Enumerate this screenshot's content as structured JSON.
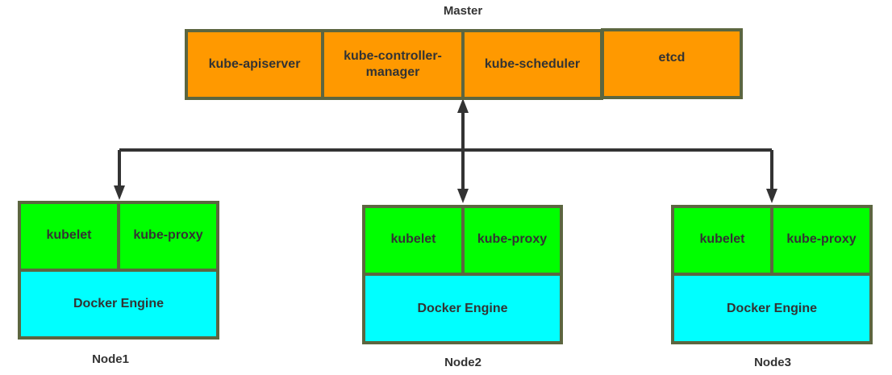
{
  "master": {
    "title": "Master",
    "components": [
      {
        "label": "kube-apiserver"
      },
      {
        "label": "kube-controller-\nmanager"
      },
      {
        "label": "kube-scheduler"
      },
      {
        "label": "etcd"
      }
    ]
  },
  "nodes": [
    {
      "name": "Node1",
      "kubelet": "kubelet",
      "proxy": "kube-proxy",
      "engine": "Docker Engine"
    },
    {
      "name": "Node2",
      "kubelet": "kubelet",
      "proxy": "kube-proxy",
      "engine": "Docker Engine"
    },
    {
      "name": "Node3",
      "kubelet": "kubelet",
      "proxy": "kube-proxy",
      "engine": "Docker Engine"
    }
  ],
  "colors": {
    "master_fill": "#ff9900",
    "kubelet_fill": "#00ff00",
    "engine_fill": "#00ffff",
    "border": "#5c6640",
    "connector": "#333333"
  }
}
